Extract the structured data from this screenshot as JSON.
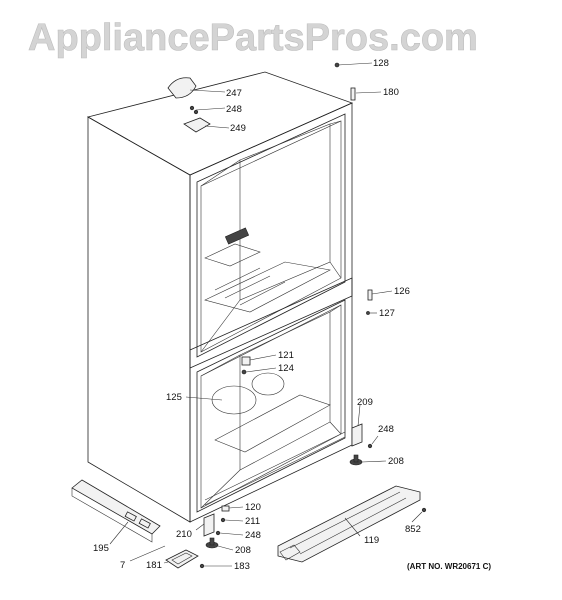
{
  "watermark": "AppliancePartsPros.com",
  "art_number": "(ART NO. WR20671 C)",
  "callouts": {
    "p128": "128",
    "p180": "180",
    "p247": "247",
    "p248a": "248",
    "p249": "249",
    "p126": "126",
    "p127": "127",
    "p121": "121",
    "p124": "124",
    "p125": "125",
    "p209": "209",
    "p248b": "248",
    "p208a": "208",
    "p120": "120",
    "p211": "211",
    "p248c": "248",
    "p210": "210",
    "p208b": "208",
    "p195": "195",
    "p7": "7",
    "p181": "181",
    "p183": "183",
    "p119": "119",
    "p852": "852"
  }
}
